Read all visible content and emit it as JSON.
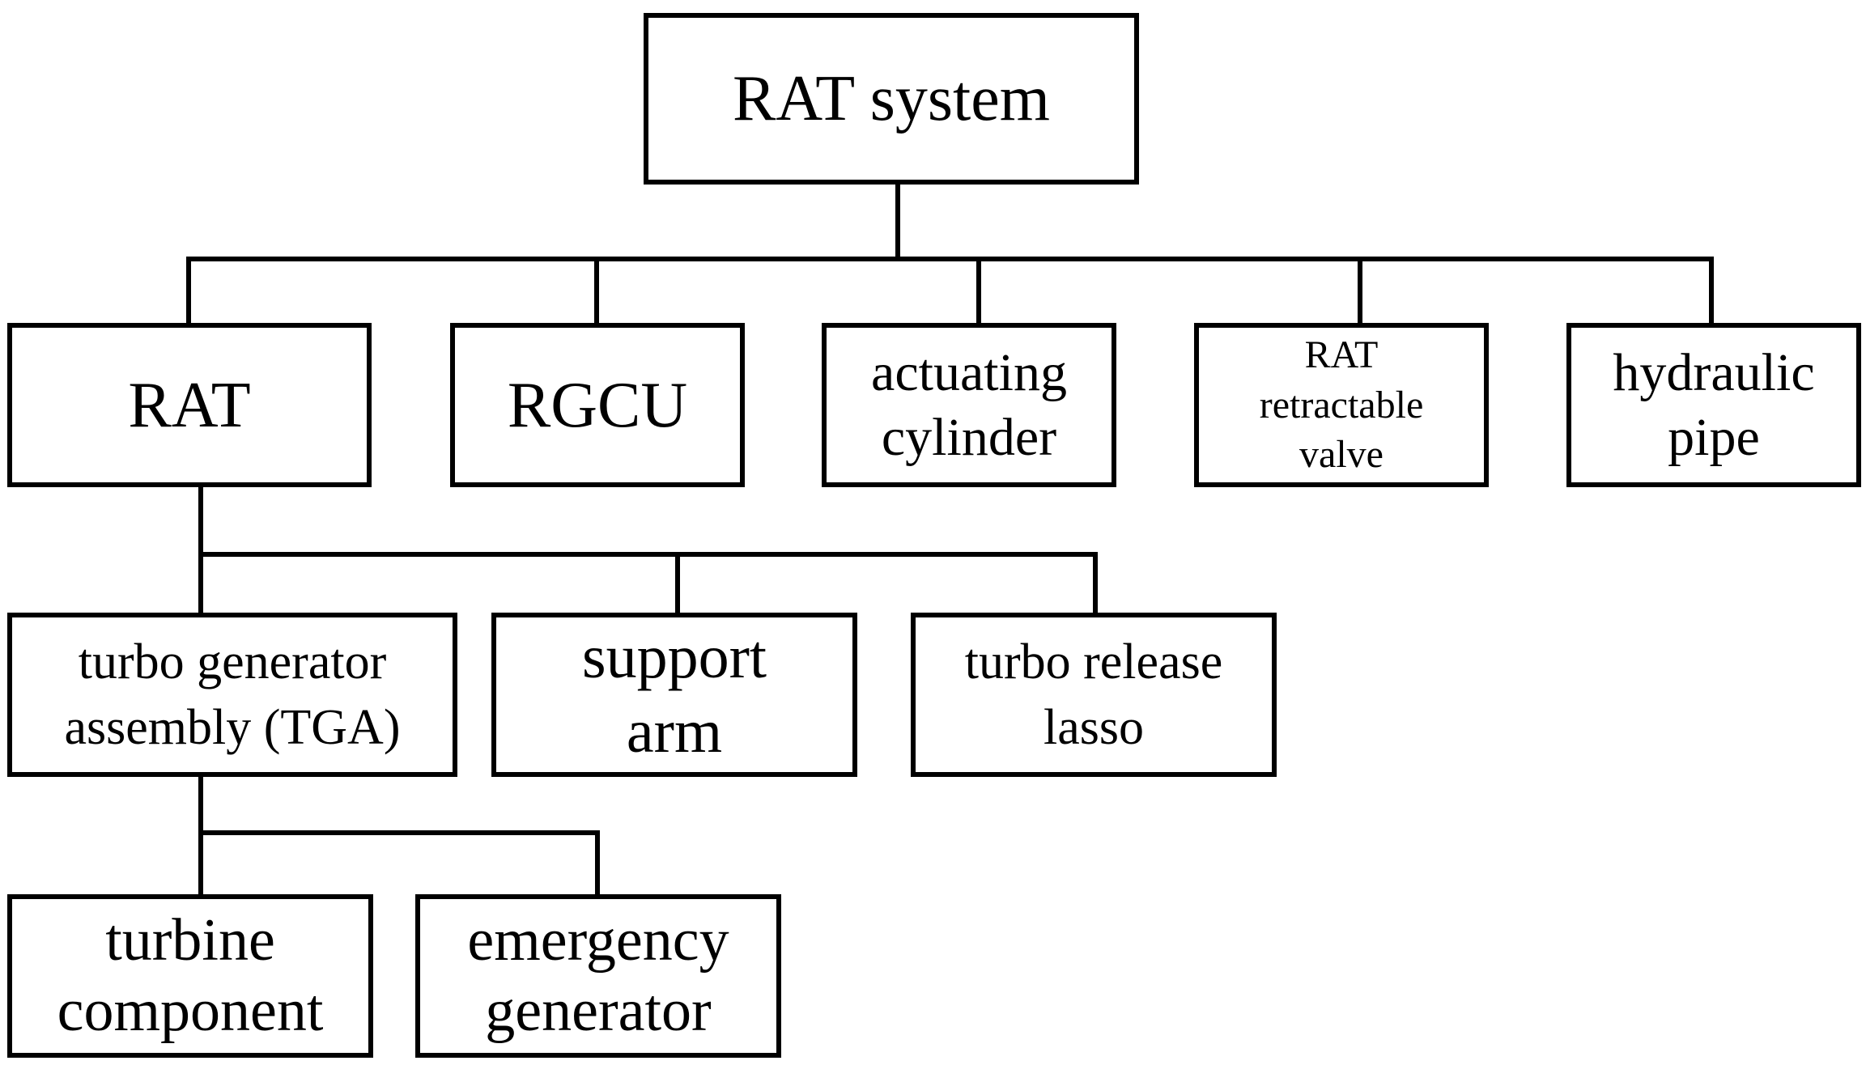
{
  "root": {
    "label": "RAT system"
  },
  "level1": [
    {
      "label": "RAT"
    },
    {
      "label": "RGCU"
    },
    {
      "label": "actuating\ncylinder"
    },
    {
      "label": "RAT\nretractable\nvalve"
    },
    {
      "label": "hydraulic\npipe"
    }
  ],
  "level2": [
    {
      "label": "turbo generator\nassembly (TGA)"
    },
    {
      "label": "support\narm"
    },
    {
      "label": "turbo release\nlasso"
    }
  ],
  "level3": [
    {
      "label": "turbine\ncomponent"
    },
    {
      "label": "emergency\ngenerator"
    }
  ]
}
